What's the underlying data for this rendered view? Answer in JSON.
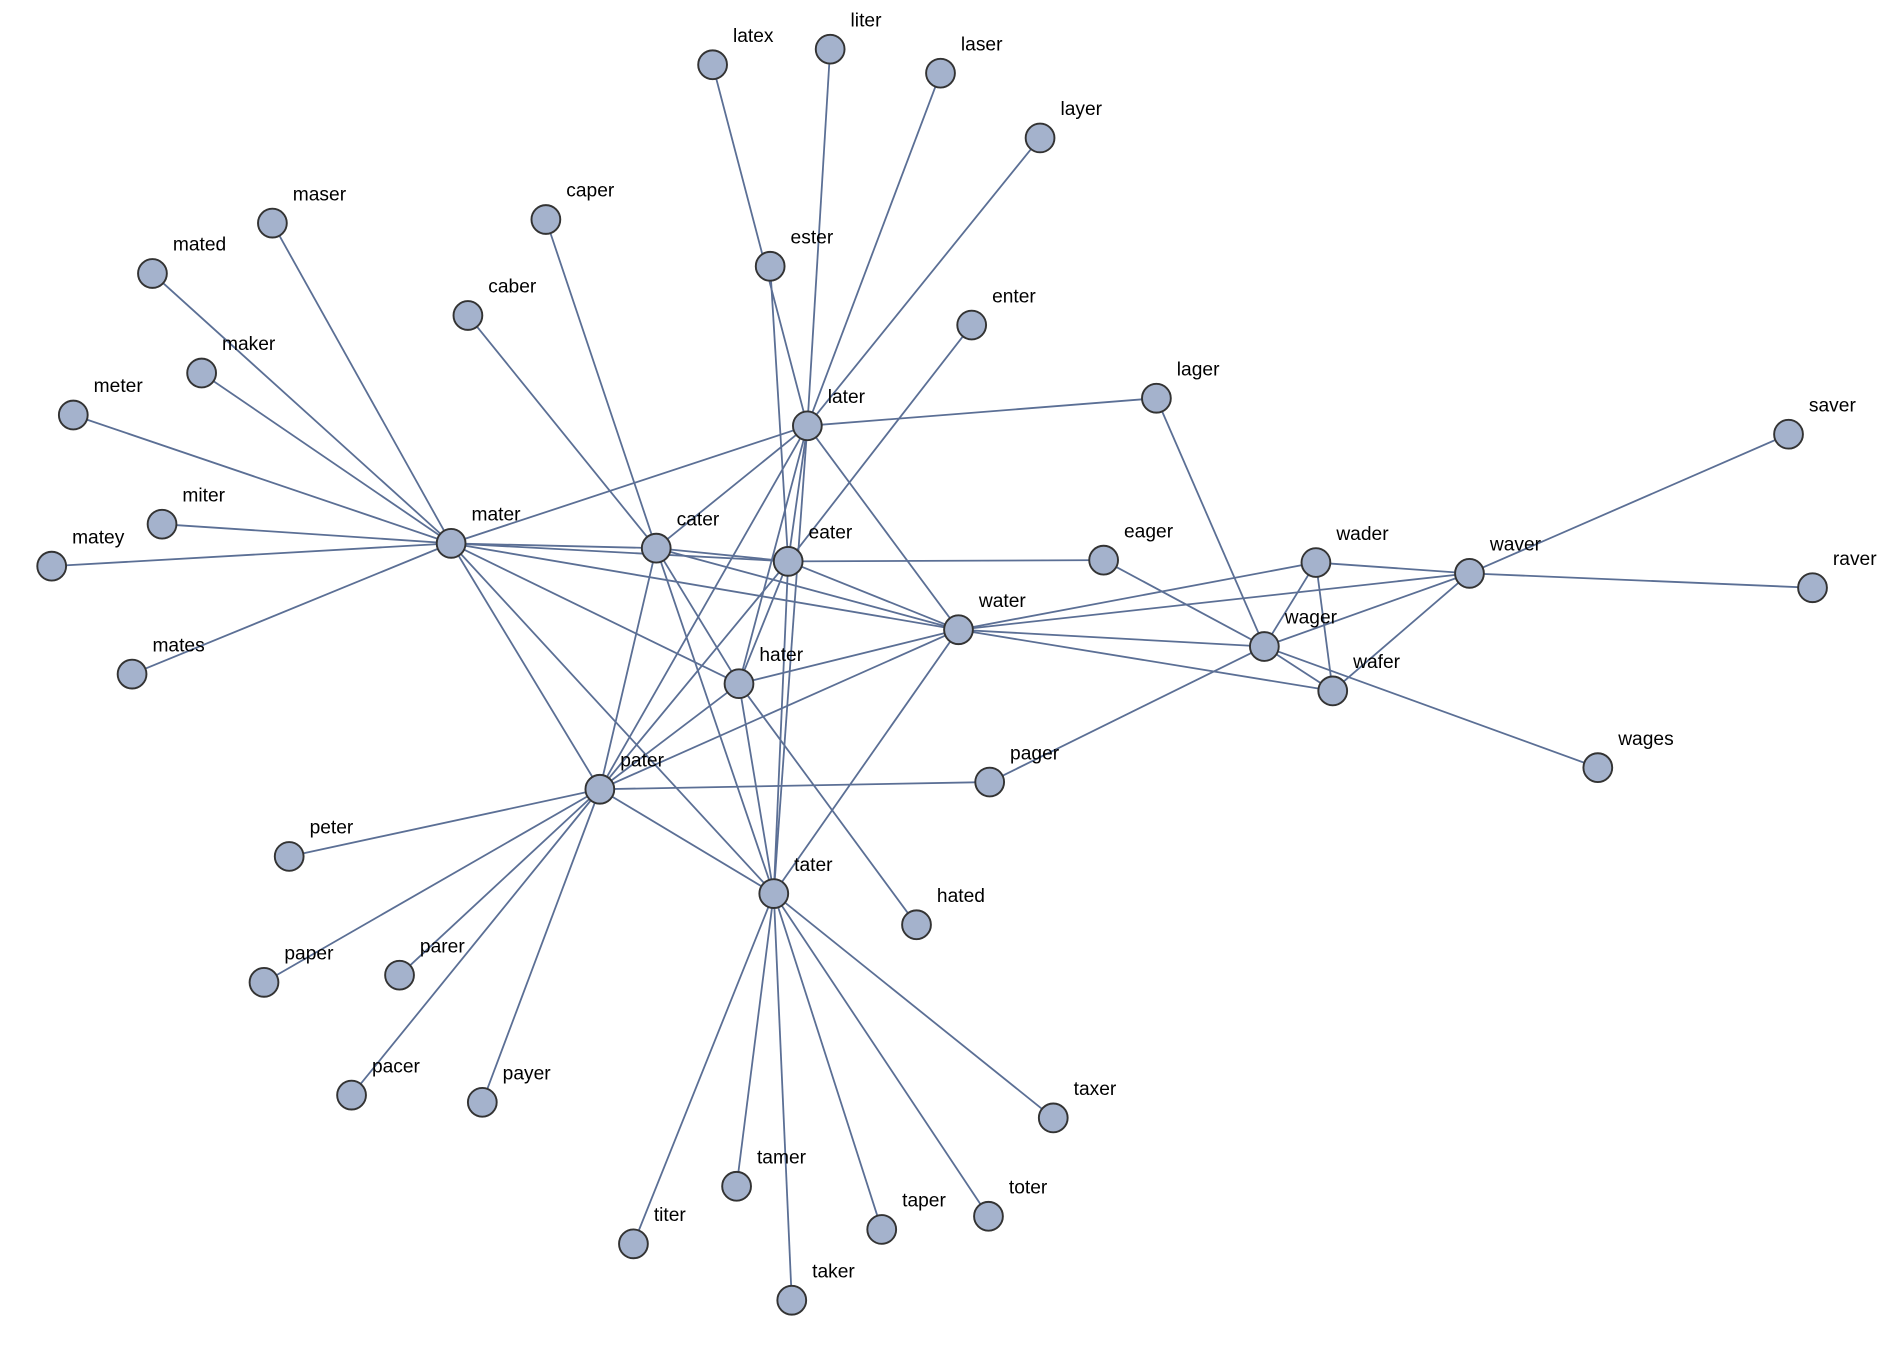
{
  "chart_data": {
    "type": "network",
    "title": "",
    "nodes": [
      "latex",
      "liter",
      "laser",
      "layer",
      "caper",
      "maser",
      "mated",
      "ester",
      "enter",
      "caber",
      "maker",
      "lager",
      "meter",
      "later",
      "saver",
      "miter",
      "matey",
      "mater",
      "cater",
      "eater",
      "eager",
      "wader",
      "waver",
      "raver",
      "water",
      "wager",
      "wafer",
      "hater",
      "mates",
      "wages",
      "pager",
      "pater",
      "peter",
      "tater",
      "hated",
      "paper",
      "parer",
      "pacer",
      "payer",
      "taxer",
      "tamer",
      "titer",
      "taper",
      "toter",
      "taker"
    ],
    "edges": [
      [
        "later",
        "mater"
      ],
      [
        "later",
        "cater"
      ],
      [
        "later",
        "eater"
      ],
      [
        "later",
        "water"
      ],
      [
        "later",
        "hater"
      ],
      [
        "later",
        "pater"
      ],
      [
        "later",
        "tater"
      ],
      [
        "mater",
        "cater"
      ],
      [
        "mater",
        "eater"
      ],
      [
        "mater",
        "water"
      ],
      [
        "mater",
        "hater"
      ],
      [
        "mater",
        "pater"
      ],
      [
        "mater",
        "tater"
      ],
      [
        "cater",
        "eater"
      ],
      [
        "cater",
        "water"
      ],
      [
        "cater",
        "hater"
      ],
      [
        "cater",
        "pater"
      ],
      [
        "cater",
        "tater"
      ],
      [
        "eater",
        "water"
      ],
      [
        "eater",
        "hater"
      ],
      [
        "eater",
        "pater"
      ],
      [
        "eater",
        "tater"
      ],
      [
        "water",
        "hater"
      ],
      [
        "water",
        "pater"
      ],
      [
        "water",
        "tater"
      ],
      [
        "hater",
        "pater"
      ],
      [
        "hater",
        "tater"
      ],
      [
        "pater",
        "tater"
      ],
      [
        "latex",
        "later"
      ],
      [
        "liter",
        "later"
      ],
      [
        "laser",
        "later"
      ],
      [
        "layer",
        "later"
      ],
      [
        "lager",
        "later"
      ],
      [
        "ester",
        "eater"
      ],
      [
        "enter",
        "eater"
      ],
      [
        "eager",
        "eater"
      ],
      [
        "caper",
        "cater"
      ],
      [
        "caber",
        "cater"
      ],
      [
        "maser",
        "mater"
      ],
      [
        "mated",
        "mater"
      ],
      [
        "maker",
        "mater"
      ],
      [
        "meter",
        "mater"
      ],
      [
        "miter",
        "mater"
      ],
      [
        "matey",
        "mater"
      ],
      [
        "mates",
        "mater"
      ],
      [
        "water",
        "wader"
      ],
      [
        "water",
        "waver"
      ],
      [
        "water",
        "wager"
      ],
      [
        "water",
        "wafer"
      ],
      [
        "wader",
        "waver"
      ],
      [
        "wader",
        "wager"
      ],
      [
        "wader",
        "wafer"
      ],
      [
        "waver",
        "wager"
      ],
      [
        "waver",
        "wafer"
      ],
      [
        "wager",
        "wafer"
      ],
      [
        "saver",
        "waver"
      ],
      [
        "raver",
        "waver"
      ],
      [
        "wages",
        "wager"
      ],
      [
        "lager",
        "wager"
      ],
      [
        "eager",
        "wager"
      ],
      [
        "pager",
        "wager"
      ],
      [
        "pager",
        "pater"
      ],
      [
        "peter",
        "pater"
      ],
      [
        "paper",
        "pater"
      ],
      [
        "parer",
        "pater"
      ],
      [
        "pacer",
        "pater"
      ],
      [
        "payer",
        "pater"
      ],
      [
        "hated",
        "hater"
      ],
      [
        "taxer",
        "tater"
      ],
      [
        "tamer",
        "tater"
      ],
      [
        "titer",
        "tater"
      ],
      [
        "taper",
        "tater"
      ],
      [
        "toter",
        "tater"
      ],
      [
        "taker",
        "tater"
      ]
    ]
  }
}
